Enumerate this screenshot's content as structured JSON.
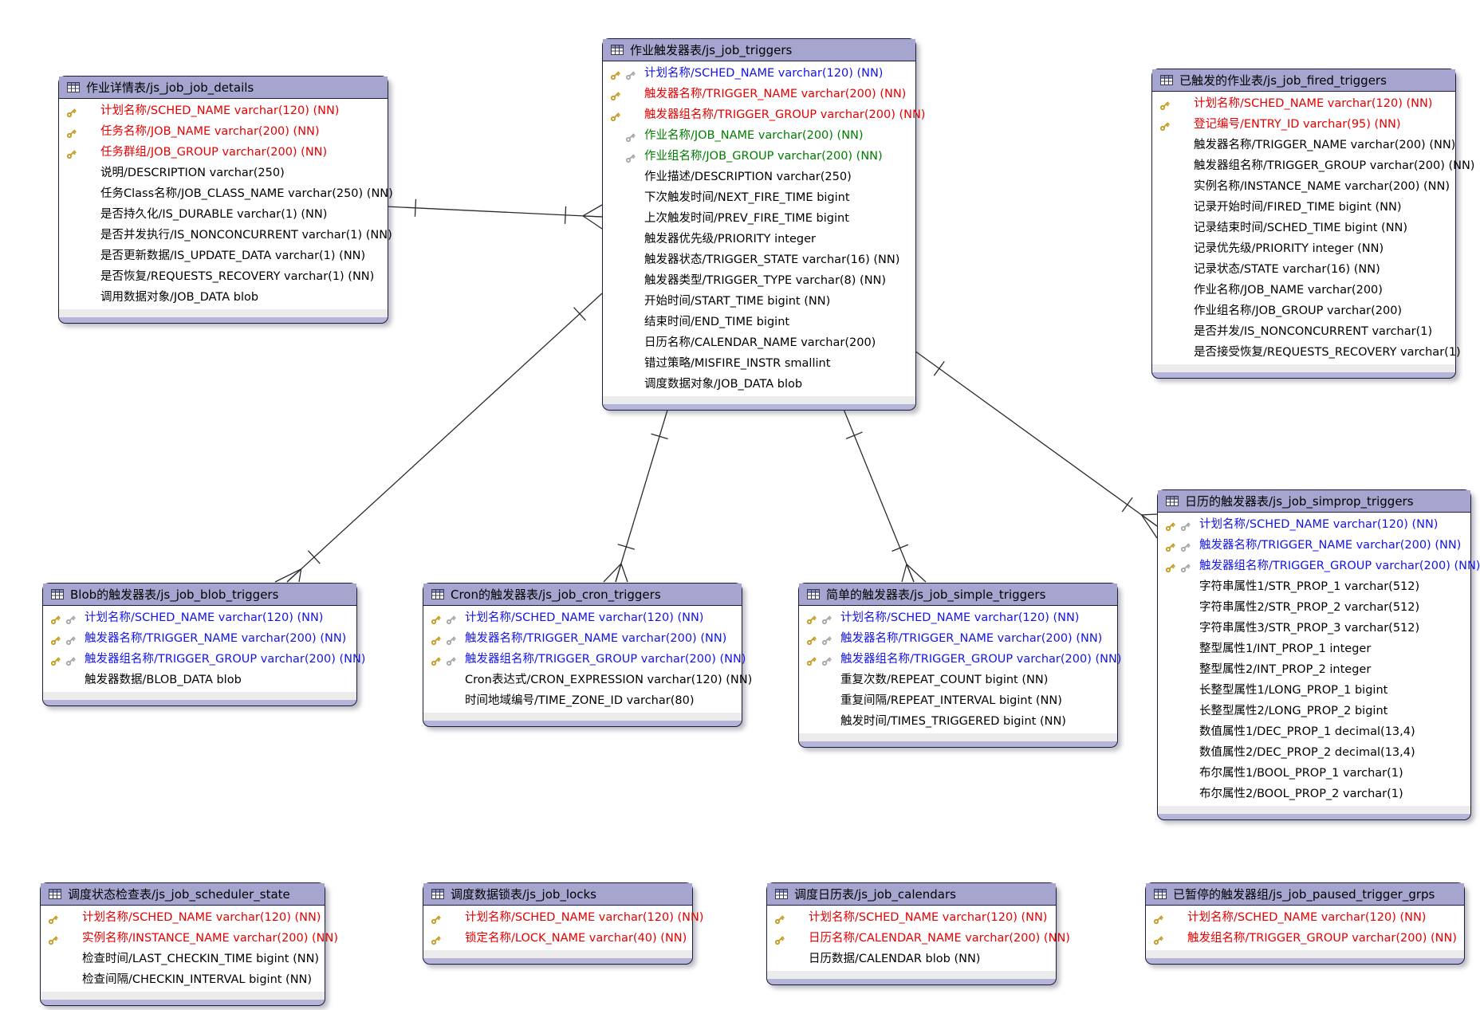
{
  "colors": {
    "header_fill": "#a5a5cf",
    "table_border": "#1c1c38",
    "bottom_band": "#b5b5da",
    "pk_text_red": "#e60000",
    "pk_fk_text_blue": "#1414e6",
    "fk_text_green": "#007d00",
    "plain_text": "#000000",
    "gold_key": "#c79d25",
    "silver_key": "#a8a8a8"
  },
  "relationships": [
    {
      "from": "js_job_job_details",
      "to": "js_job_triggers",
      "type": "one-to-many"
    },
    {
      "from": "js_job_triggers",
      "to": "js_job_blob_triggers",
      "type": "one-to-many"
    },
    {
      "from": "js_job_triggers",
      "to": "js_job_cron_triggers",
      "type": "one-to-many"
    },
    {
      "from": "js_job_triggers",
      "to": "js_job_simple_triggers",
      "type": "one-to-many"
    },
    {
      "from": "js_job_triggers",
      "to": "js_job_simprop_triggers",
      "type": "one-to-many"
    }
  ],
  "tables": [
    {
      "id": "js_job_job_details",
      "title": "作业详情表/js_job_job_details",
      "fields": [
        {
          "keys": "gold",
          "color": "red",
          "text": "计划名称/SCHED_NAME varchar(120) (NN)"
        },
        {
          "keys": "gold",
          "color": "red",
          "text": "任务名称/JOB_NAME varchar(200) (NN)"
        },
        {
          "keys": "gold",
          "color": "red",
          "text": "任务群组/JOB_GROUP varchar(200) (NN)"
        },
        {
          "keys": "",
          "color": "black",
          "text": "说明/DESCRIPTION varchar(250)"
        },
        {
          "keys": "",
          "color": "black",
          "text": "任务Class名称/JOB_CLASS_NAME varchar(250) (NN)"
        },
        {
          "keys": "",
          "color": "black",
          "text": "是否持久化/IS_DURABLE varchar(1) (NN)"
        },
        {
          "keys": "",
          "color": "black",
          "text": "是否并发执行/IS_NONCONCURRENT varchar(1) (NN)"
        },
        {
          "keys": "",
          "color": "black",
          "text": "是否更新数据/IS_UPDATE_DATA varchar(1) (NN)"
        },
        {
          "keys": "",
          "color": "black",
          "text": "是否恢复/REQUESTS_RECOVERY varchar(1) (NN)"
        },
        {
          "keys": "",
          "color": "black",
          "text": "调用数据对象/JOB_DATA blob"
        }
      ]
    },
    {
      "id": "js_job_triggers",
      "title": "作业触发器表/js_job_triggers",
      "fields": [
        {
          "keys": "gold,silver",
          "color": "blue",
          "text": "计划名称/SCHED_NAME varchar(120) (NN)"
        },
        {
          "keys": "gold",
          "color": "red",
          "text": "触发器名称/TRIGGER_NAME varchar(200) (NN)"
        },
        {
          "keys": "gold",
          "color": "red",
          "text": "触发器组名称/TRIGGER_GROUP varchar(200) (NN)"
        },
        {
          "keys": "silver2",
          "color": "green",
          "text": "作业名称/JOB_NAME varchar(200) (NN)"
        },
        {
          "keys": "silver2",
          "color": "green",
          "text": "作业组名称/JOB_GROUP varchar(200) (NN)"
        },
        {
          "keys": "",
          "color": "black",
          "text": "作业描述/DESCRIPTION varchar(250)"
        },
        {
          "keys": "",
          "color": "black",
          "text": "下次触发时间/NEXT_FIRE_TIME bigint"
        },
        {
          "keys": "",
          "color": "black",
          "text": "上次触发时间/PREV_FIRE_TIME bigint"
        },
        {
          "keys": "",
          "color": "black",
          "text": "触发器优先级/PRIORITY integer"
        },
        {
          "keys": "",
          "color": "black",
          "text": "触发器状态/TRIGGER_STATE varchar(16) (NN)"
        },
        {
          "keys": "",
          "color": "black",
          "text": "触发器类型/TRIGGER_TYPE varchar(8) (NN)"
        },
        {
          "keys": "",
          "color": "black",
          "text": "开始时间/START_TIME bigint (NN)"
        },
        {
          "keys": "",
          "color": "black",
          "text": "结束时间/END_TIME bigint"
        },
        {
          "keys": "",
          "color": "black",
          "text": "日历名称/CALENDAR_NAME varchar(200)"
        },
        {
          "keys": "",
          "color": "black",
          "text": "错过策略/MISFIRE_INSTR smallint"
        },
        {
          "keys": "",
          "color": "black",
          "text": "调度数据对象/JOB_DATA blob"
        }
      ]
    },
    {
      "id": "js_job_fired_triggers",
      "title": "已触发的作业表/js_job_fired_triggers",
      "fields": [
        {
          "keys": "gold",
          "color": "red",
          "text": "计划名称/SCHED_NAME varchar(120) (NN)"
        },
        {
          "keys": "gold",
          "color": "red",
          "text": "登记编号/ENTRY_ID varchar(95) (NN)"
        },
        {
          "keys": "",
          "color": "black",
          "text": "触发器名称/TRIGGER_NAME varchar(200) (NN)"
        },
        {
          "keys": "",
          "color": "black",
          "text": "触发器组名称/TRIGGER_GROUP varchar(200) (NN)"
        },
        {
          "keys": "",
          "color": "black",
          "text": "实例名称/INSTANCE_NAME varchar(200) (NN)"
        },
        {
          "keys": "",
          "color": "black",
          "text": "记录开始时间/FIRED_TIME bigint (NN)"
        },
        {
          "keys": "",
          "color": "black",
          "text": "记录结束时间/SCHED_TIME bigint (NN)"
        },
        {
          "keys": "",
          "color": "black",
          "text": "记录优先级/PRIORITY integer (NN)"
        },
        {
          "keys": "",
          "color": "black",
          "text": "记录状态/STATE varchar(16) (NN)"
        },
        {
          "keys": "",
          "color": "black",
          "text": "作业名称/JOB_NAME varchar(200)"
        },
        {
          "keys": "",
          "color": "black",
          "text": "作业组名称/JOB_GROUP varchar(200)"
        },
        {
          "keys": "",
          "color": "black",
          "text": "是否并发/IS_NONCONCURRENT varchar(1)"
        },
        {
          "keys": "",
          "color": "black",
          "text": "是否接受恢复/REQUESTS_RECOVERY varchar(1)"
        }
      ]
    },
    {
      "id": "js_job_simprop_triggers",
      "title": "日历的触发器表/js_job_simprop_triggers",
      "fields": [
        {
          "keys": "gold,silver",
          "color": "blue",
          "text": "计划名称/SCHED_NAME varchar(120) (NN)"
        },
        {
          "keys": "gold,silver",
          "color": "blue",
          "text": "触发器名称/TRIGGER_NAME varchar(200) (NN)"
        },
        {
          "keys": "gold,silver",
          "color": "blue",
          "text": "触发器组名称/TRIGGER_GROUP varchar(200) (NN)"
        },
        {
          "keys": "",
          "color": "black",
          "text": "字符串属性1/STR_PROP_1 varchar(512)"
        },
        {
          "keys": "",
          "color": "black",
          "text": "字符串属性2/STR_PROP_2 varchar(512)"
        },
        {
          "keys": "",
          "color": "black",
          "text": "字符串属性3/STR_PROP_3 varchar(512)"
        },
        {
          "keys": "",
          "color": "black",
          "text": "整型属性1/INT_PROP_1 integer"
        },
        {
          "keys": "",
          "color": "black",
          "text": "整型属性2/INT_PROP_2 integer"
        },
        {
          "keys": "",
          "color": "black",
          "text": "长整型属性1/LONG_PROP_1 bigint"
        },
        {
          "keys": "",
          "color": "black",
          "text": "长整型属性2/LONG_PROP_2 bigint"
        },
        {
          "keys": "",
          "color": "black",
          "text": "数值属性1/DEC_PROP_1 decimal(13,4)"
        },
        {
          "keys": "",
          "color": "black",
          "text": "数值属性2/DEC_PROP_2 decimal(13,4)"
        },
        {
          "keys": "",
          "color": "black",
          "text": "布尔属性1/BOOL_PROP_1 varchar(1)"
        },
        {
          "keys": "",
          "color": "black",
          "text": "布尔属性2/BOOL_PROP_2 varchar(1)"
        }
      ]
    },
    {
      "id": "js_job_blob_triggers",
      "title": "Blob的触发器表/js_job_blob_triggers",
      "fields": [
        {
          "keys": "gold,silver",
          "color": "blue",
          "text": "计划名称/SCHED_NAME varchar(120) (NN)"
        },
        {
          "keys": "gold,silver",
          "color": "blue",
          "text": "触发器名称/TRIGGER_NAME varchar(200) (NN)"
        },
        {
          "keys": "gold,silver",
          "color": "blue",
          "text": "触发器组名称/TRIGGER_GROUP varchar(200) (NN)"
        },
        {
          "keys": "",
          "color": "black",
          "text": "触发器数据/BLOB_DATA blob"
        }
      ]
    },
    {
      "id": "js_job_cron_triggers",
      "title": "Cron的触发器表/js_job_cron_triggers",
      "fields": [
        {
          "keys": "gold,silver",
          "color": "blue",
          "text": "计划名称/SCHED_NAME varchar(120) (NN)"
        },
        {
          "keys": "gold,silver",
          "color": "blue",
          "text": "触发器名称/TRIGGER_NAME varchar(200) (NN)"
        },
        {
          "keys": "gold,silver",
          "color": "blue",
          "text": "触发器组名称/TRIGGER_GROUP varchar(200) (NN)"
        },
        {
          "keys": "",
          "color": "black",
          "text": "Cron表达式/CRON_EXPRESSION varchar(120) (NN)"
        },
        {
          "keys": "",
          "color": "black",
          "text": "时间地域编号/TIME_ZONE_ID varchar(80)"
        }
      ]
    },
    {
      "id": "js_job_simple_triggers",
      "title": "简单的触发器表/js_job_simple_triggers",
      "fields": [
        {
          "keys": "gold,silver",
          "color": "blue",
          "text": "计划名称/SCHED_NAME varchar(120) (NN)"
        },
        {
          "keys": "gold,silver",
          "color": "blue",
          "text": "触发器名称/TRIGGER_NAME varchar(200) (NN)"
        },
        {
          "keys": "gold,silver",
          "color": "blue",
          "text": "触发器组名称/TRIGGER_GROUP varchar(200) (NN)"
        },
        {
          "keys": "",
          "color": "black",
          "text": "重复次数/REPEAT_COUNT bigint (NN)"
        },
        {
          "keys": "",
          "color": "black",
          "text": "重复间隔/REPEAT_INTERVAL bigint (NN)"
        },
        {
          "keys": "",
          "color": "black",
          "text": "触发时间/TIMES_TRIGGERED bigint (NN)"
        }
      ]
    },
    {
      "id": "js_job_scheduler_state",
      "title": "调度状态检查表/js_job_scheduler_state",
      "fields": [
        {
          "keys": "gold",
          "color": "red",
          "text": "计划名称/SCHED_NAME varchar(120) (NN)"
        },
        {
          "keys": "gold",
          "color": "red",
          "text": "实例名称/INSTANCE_NAME varchar(200) (NN)"
        },
        {
          "keys": "",
          "color": "black",
          "text": "检查时间/LAST_CHECKIN_TIME bigint (NN)"
        },
        {
          "keys": "",
          "color": "black",
          "text": "检查间隔/CHECKIN_INTERVAL bigint (NN)"
        }
      ]
    },
    {
      "id": "js_job_locks",
      "title": "调度数据锁表/js_job_locks",
      "fields": [
        {
          "keys": "gold",
          "color": "red",
          "text": "计划名称/SCHED_NAME varchar(120) (NN)"
        },
        {
          "keys": "gold",
          "color": "red",
          "text": "锁定名称/LOCK_NAME varchar(40) (NN)"
        }
      ]
    },
    {
      "id": "js_job_calendars",
      "title": "调度日历表/js_job_calendars",
      "fields": [
        {
          "keys": "gold",
          "color": "red",
          "text": "计划名称/SCHED_NAME varchar(120) (NN)"
        },
        {
          "keys": "gold",
          "color": "red",
          "text": "日历名称/CALENDAR_NAME varchar(200) (NN)"
        },
        {
          "keys": "",
          "color": "black",
          "text": "日历数据/CALENDAR blob (NN)"
        }
      ]
    },
    {
      "id": "js_job_paused_trigger_grps",
      "title": "已暂停的触发器组/js_job_paused_trigger_grps",
      "fields": [
        {
          "keys": "gold",
          "color": "red",
          "text": "计划名称/SCHED_NAME varchar(120) (NN)"
        },
        {
          "keys": "gold",
          "color": "red",
          "text": "触发组名称/TRIGGER_GROUP varchar(200) (NN)"
        }
      ]
    }
  ]
}
